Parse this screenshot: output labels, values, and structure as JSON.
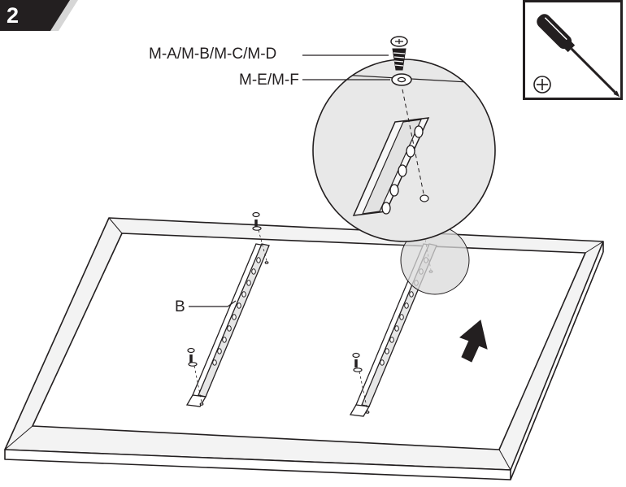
{
  "step": {
    "number": "2"
  },
  "callouts": {
    "screw_parts": "M-A/M-B/M-C/M-D",
    "washer_parts": "M-E/M-F",
    "bracket": "B"
  },
  "tool": {
    "type": "phillips screwdriver"
  },
  "icons": [
    "phillips-screwdriver-icon",
    "phillips-head-symbol-icon",
    "up-arrow-icon"
  ],
  "colors": {
    "line": "#231f20",
    "badge": "#231f20",
    "zoom_fill": "#e8e8e8",
    "bezel_shade": "#f4f4f4"
  }
}
